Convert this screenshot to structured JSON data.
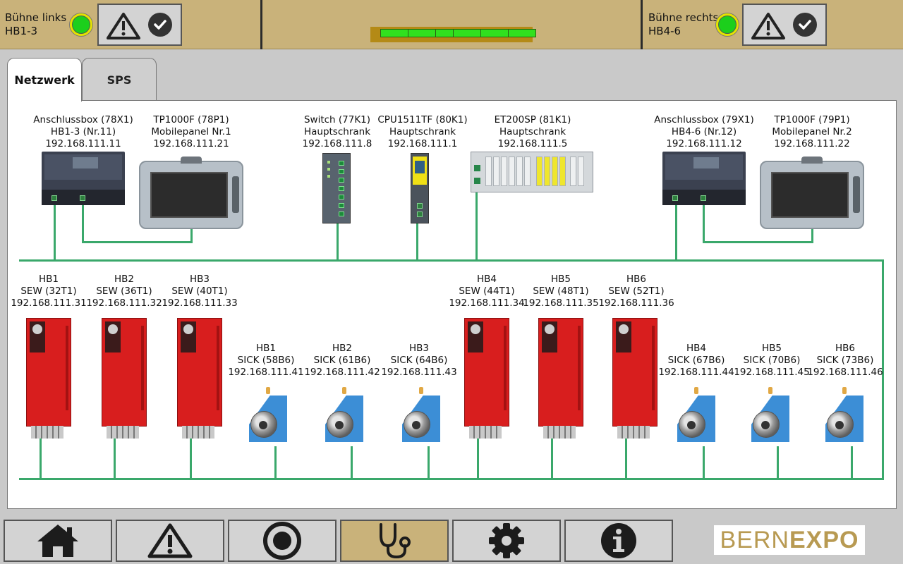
{
  "header": {
    "left_stage": {
      "line1": "Bühne links",
      "line2": "HB1-3"
    },
    "right_stage": {
      "line1": "Bühne rechts",
      "line2": "HB4-6"
    },
    "status_lamp_color": "#1ccf1c"
  },
  "tabs": [
    {
      "label": "Netzwerk",
      "active": true
    },
    {
      "label": "SPS",
      "active": false
    }
  ],
  "network": {
    "top_devices": [
      {
        "l1": "Anschlussbox (78X1)",
        "l2": "HB1-3 (Nr.11)",
        "l3": "192.168.111.11"
      },
      {
        "l1": "TP1000F (78P1)",
        "l2": "Mobilepanel Nr.1",
        "l3": "192.168.111.21"
      },
      {
        "l1": "Switch (77K1)",
        "l2": "Hauptschrank",
        "l3": "192.168.111.8"
      },
      {
        "l1": "CPU1511TF (80K1)",
        "l2": "Hauptschrank",
        "l3": "192.168.111.1"
      },
      {
        "l1": "ET200SP (81K1)",
        "l2": "Hauptschrank",
        "l3": "192.168.111.5"
      },
      {
        "l1": "Anschlussbox (79X1)",
        "l2": "HB4-6 (Nr.12)",
        "l3": "192.168.111.12"
      },
      {
        "l1": "TP1000F (79P1)",
        "l2": "Mobilepanel Nr.2",
        "l3": "192.168.111.22"
      }
    ],
    "drives": [
      {
        "l1": "HB1",
        "l2": "SEW (32T1)",
        "l3": "192.168.111.31"
      },
      {
        "l1": "HB2",
        "l2": "SEW (36T1)",
        "l3": "192.168.111.32"
      },
      {
        "l1": "HB3",
        "l2": "SEW (40T1)",
        "l3": "192.168.111.33"
      },
      {
        "l1": "HB4",
        "l2": "SEW (44T1)",
        "l3": "192.168.111.34"
      },
      {
        "l1": "HB5",
        "l2": "SEW (48T1)",
        "l3": "192.168.111.35"
      },
      {
        "l1": "HB6",
        "l2": "SEW (52T1)",
        "l3": "192.168.111.36"
      }
    ],
    "encoders": [
      {
        "l1": "HB1",
        "l2": "SICK (58B6)",
        "l3": "192.168.111.41"
      },
      {
        "l1": "HB2",
        "l2": "SICK (61B6)",
        "l3": "192.168.111.42"
      },
      {
        "l1": "HB3",
        "l2": "SICK (64B6)",
        "l3": "192.168.111.43"
      },
      {
        "l1": "HB4",
        "l2": "SICK (67B6)",
        "l3": "192.168.111.44"
      },
      {
        "l1": "HB5",
        "l2": "SICK (70B6)",
        "l3": "192.168.111.45"
      },
      {
        "l1": "HB6",
        "l2": "SICK (73B6)",
        "l3": "192.168.111.46"
      }
    ]
  },
  "nav": {
    "items": [
      {
        "name": "home-icon",
        "active": false
      },
      {
        "name": "warning-icon",
        "active": false
      },
      {
        "name": "record-icon",
        "active": false
      },
      {
        "name": "stethoscope-icon",
        "active": true
      },
      {
        "name": "gear-icon",
        "active": false
      },
      {
        "name": "info-icon",
        "active": false
      }
    ],
    "brand": {
      "part1": "BERN",
      "part2": "EXPO"
    }
  }
}
